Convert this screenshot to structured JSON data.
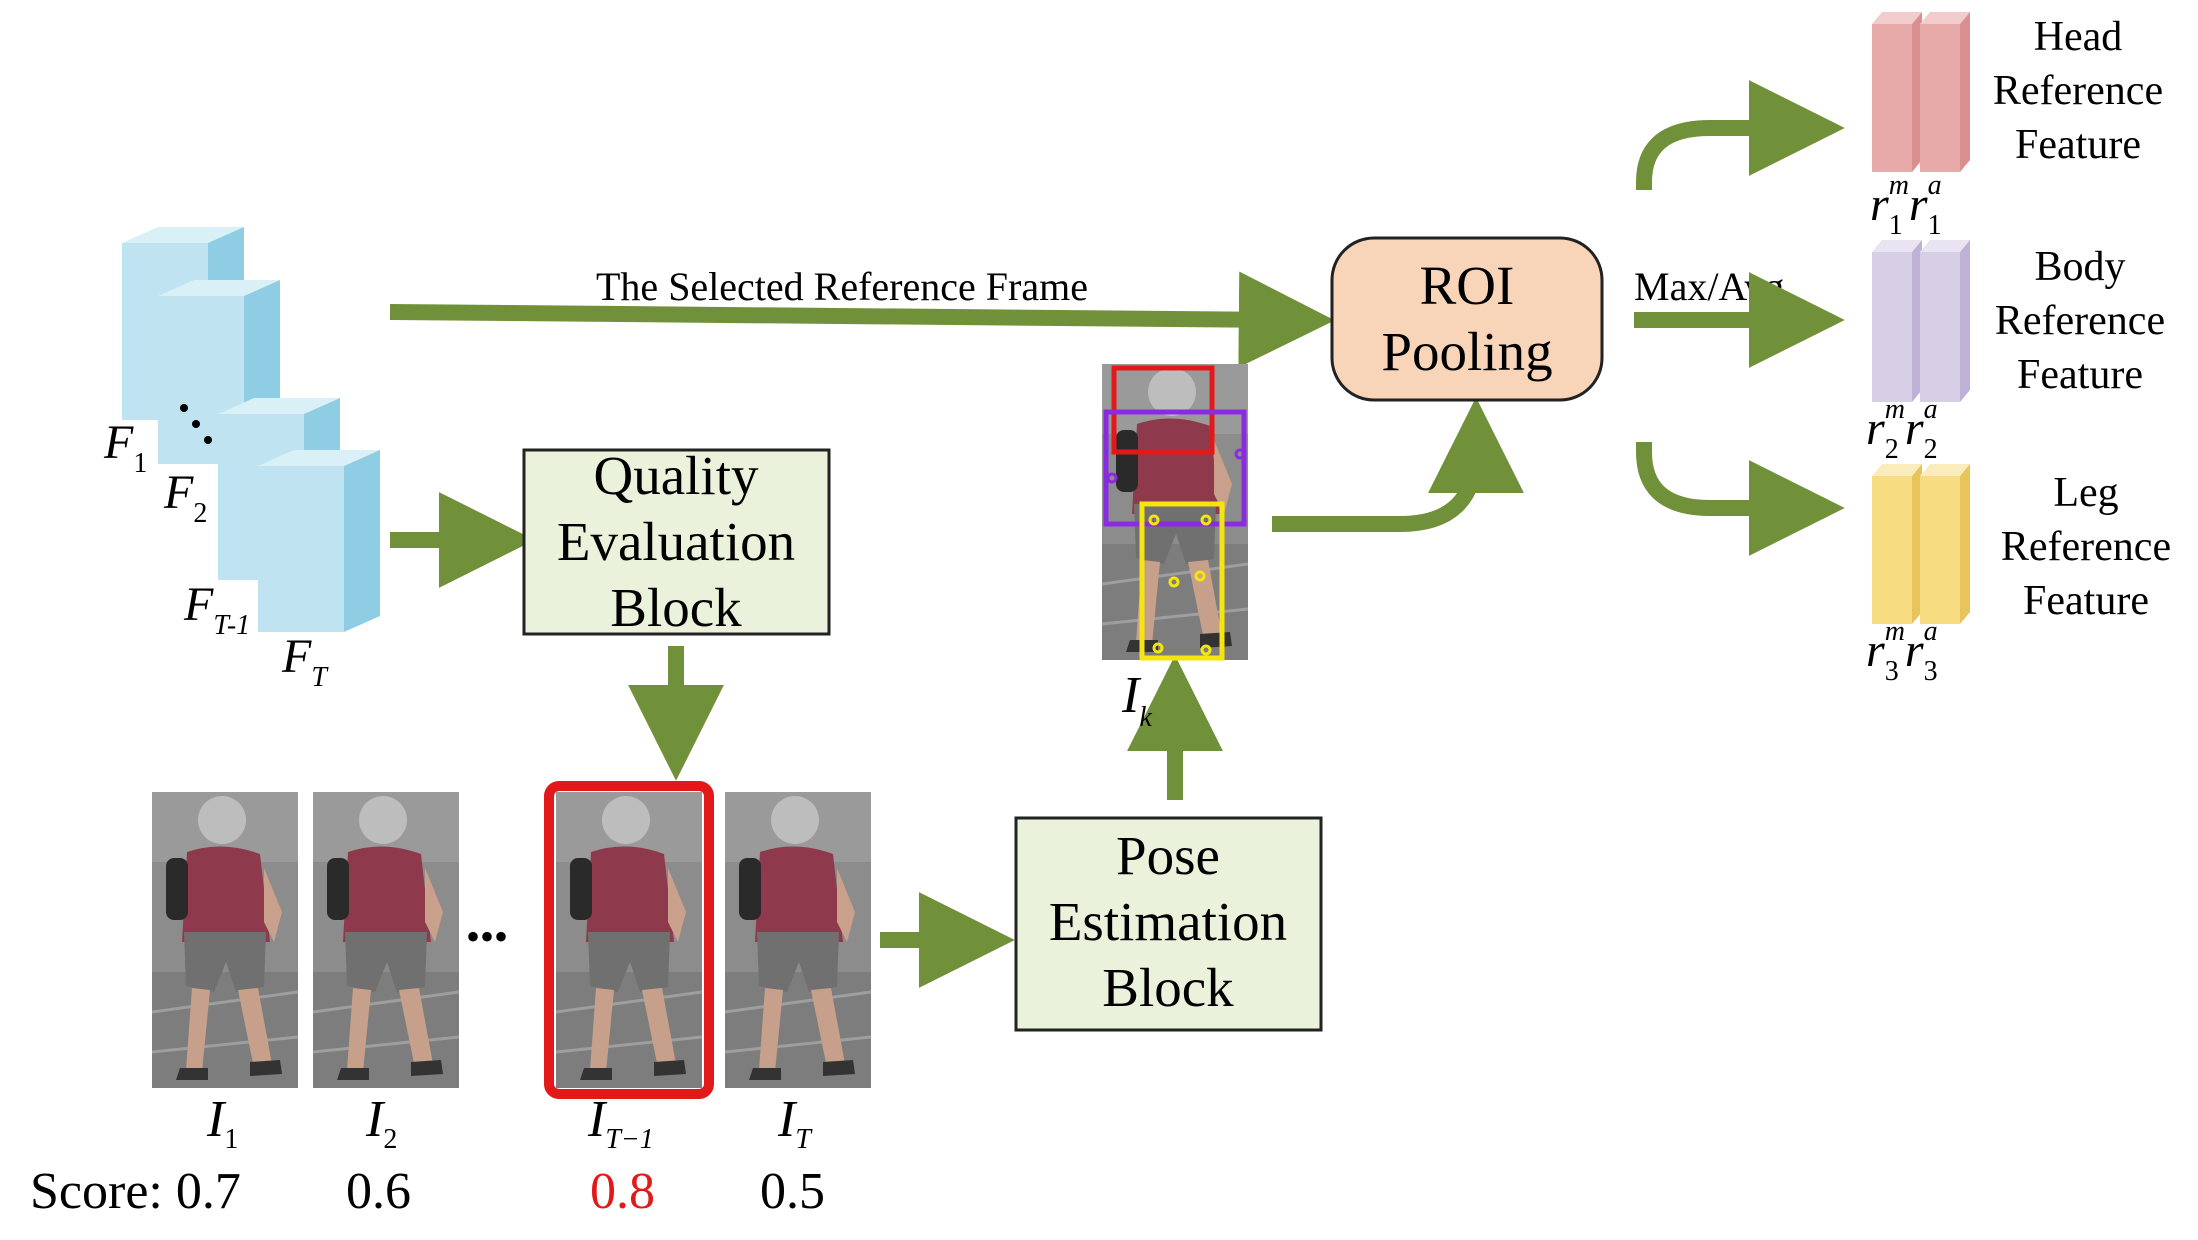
{
  "colors": {
    "arrow": "#70913a",
    "frame_face": "#bfe3f0",
    "frame_side": "#8ecde3",
    "frame_top": "#d9f0f7",
    "block_fill": "#eaf2dc",
    "roi_fill": "#f8d5b8",
    "head_feature": "#e8a9a9",
    "body_feature": "#d6cfe6",
    "leg_feature": "#f8dc82",
    "highlight": "#e31919",
    "purple_box": "#8a2be2",
    "yellow_box": "#f5e50f"
  },
  "frames": [
    {
      "base": "F",
      "sub": "1"
    },
    {
      "base": "F",
      "sub": "2"
    },
    {
      "base": "F",
      "sub": "T-1"
    },
    {
      "base": "F",
      "sub": "T"
    }
  ],
  "blocks": {
    "quality": [
      "Quality",
      "Evaluation",
      "Block"
    ],
    "pose": [
      "Pose",
      "Estimation",
      "Block"
    ],
    "roi": [
      "ROI",
      "Pooling"
    ]
  },
  "arrows": {
    "reference_frame_label": "The Selected Reference Frame",
    "max_avg_label": "Max/Avg"
  },
  "sequence": {
    "images": [
      {
        "base": "I",
        "sub": "1",
        "score": "0.7",
        "highlighted": false
      },
      {
        "base": "I",
        "sub": "2",
        "score": "0.6",
        "highlighted": false
      },
      {
        "base": "I",
        "sub": "T−1",
        "score": "0.8",
        "highlighted": true
      },
      {
        "base": "I",
        "sub": "T",
        "score": "0.5",
        "highlighted": false
      }
    ],
    "ellipsis": "•••",
    "score_prefix": "Score: ",
    "selected": {
      "base": "I",
      "sub": "k"
    }
  },
  "features": [
    {
      "title": [
        "Head",
        "Reference",
        "Feature"
      ],
      "label": {
        "base": "r",
        "sub": "1",
        "sup_m": "m",
        "sup_a": "a"
      }
    },
    {
      "title": [
        "Body",
        "Reference",
        "Feature"
      ],
      "label": {
        "base": "r",
        "sub": "2",
        "sup_m": "m",
        "sup_a": "a"
      }
    },
    {
      "title": [
        "Leg",
        "Reference",
        "Feature"
      ],
      "label": {
        "base": "r",
        "sub": "3",
        "sup_m": "m",
        "sup_a": "a"
      }
    }
  ]
}
